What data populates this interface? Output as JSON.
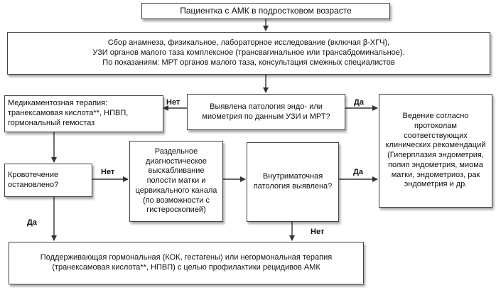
{
  "boxes": {
    "start": "Пациентка с АМК в подростковом возрасте",
    "exam": "Сбор анамнеза, физикальное, лабораторное исследование (включая β-ХГЧ),\nУЗИ органов малого таза комплексное (трансвагинальное или трансабдоминальное).\nПо показаниям: МРТ органов малого таза, консультация смежных специалистов",
    "pathology_q": "Выявлена патология эндо- или миометрия по данным УЗИ и МРТ?",
    "medical": "Медикаментозная терапия: транексамовая кислота**, НПВП, гормональный гемостаз",
    "protocols": "Ведение согласно протоколам соответствующих клинических рекомендаций (Гиперплазия эндометрия, полип эндометрия, миома матки, эндометриоз, рак эндометрия и др.",
    "bleeding_q": "Кровотечение остановлено?",
    "curettage": "Раздельное диагностическое выскабливание полости матки и цервикального канала (по возможности с гистероскопией)",
    "intrauterine_q": "Внутриматочная патология выявлена?",
    "maintenance": "Поддерживающая гормональная (КОК, гестагены) или негормональная терапия (транексамовая кислота**, НПВП) с целью профилактики рецидивов АМК"
  },
  "labels": {
    "no_1": "Нет",
    "yes_1": "Да",
    "no_2": "Нет",
    "yes_2": "Да",
    "yes_3": "Да",
    "no_3": "Нет"
  }
}
